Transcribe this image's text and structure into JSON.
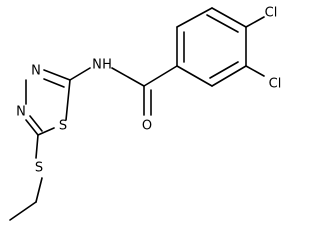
{
  "molecule": {
    "atoms": {
      "cl_top": "Cl",
      "cl_right": "Cl",
      "oxygen": "O",
      "amide_n": "N",
      "amide_h": "H",
      "ring_n1": "N",
      "ring_n2": "N",
      "ring_s": "S",
      "thioether_s": "S"
    },
    "colors": {
      "bond": "#000000",
      "text": "#000000",
      "background": "#ffffff"
    }
  }
}
